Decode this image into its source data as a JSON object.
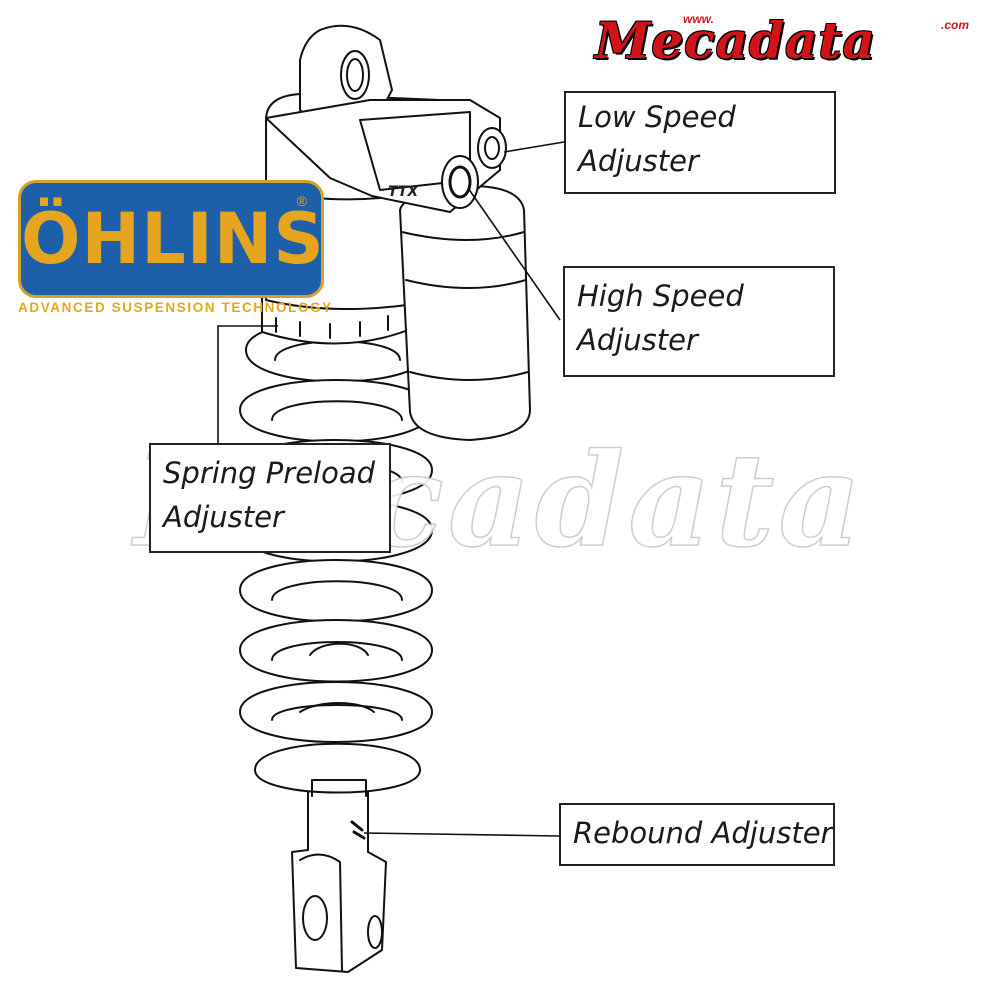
{
  "callouts": {
    "low_speed": {
      "line1": "Low Speed",
      "line2": "Adjuster"
    },
    "high_speed": {
      "line1": "High Speed",
      "line2": "Adjuster"
    },
    "spring_preload": {
      "line1": "Spring Preload",
      "line2": "Adjuster"
    },
    "rebound": {
      "line1": "Rebound Adjuster"
    }
  },
  "logos": {
    "ohlins": {
      "name": "ÖHLINS",
      "registered": "®",
      "tagline": "ADVANCED SUSPENSION TECHNOLOGY",
      "background": "#1d5fa8",
      "accent": "#e6a51e"
    },
    "mecadata": {
      "word": "Mecadata",
      "prefix": "www.",
      "suffix": ".com",
      "color": "#d0141a"
    },
    "ttx": "TTX"
  },
  "watermark": "Mecadata"
}
